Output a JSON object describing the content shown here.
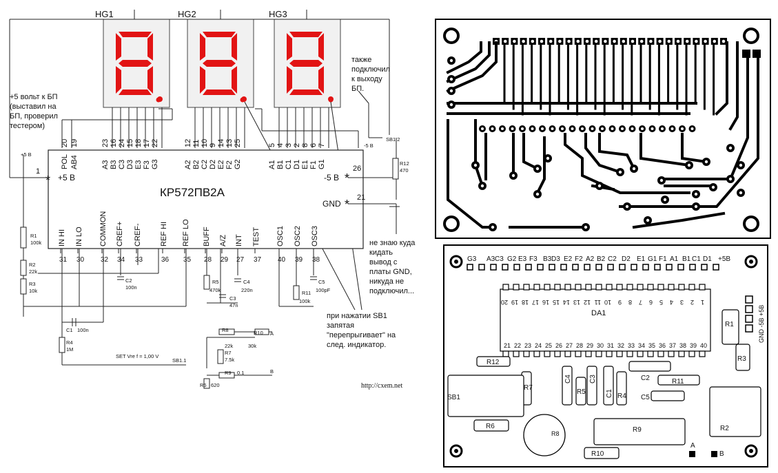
{
  "schematic": {
    "displays": [
      "HG1",
      "HG2",
      "HG3"
    ],
    "chip": "КР572ПВ2А",
    "top_pins": {
      "g0": {
        "nums": [
          "20",
          "19"
        ],
        "names": [
          "POL",
          "AB4"
        ]
      },
      "g1": {
        "nums": [
          "23",
          "16",
          "24",
          "15",
          "18",
          "17",
          "22"
        ],
        "names": [
          "A3",
          "B3",
          "C3",
          "D3",
          "E3",
          "F3",
          "G3"
        ]
      },
      "g2": {
        "nums": [
          "12",
          "11",
          "10",
          "9",
          "14",
          "13",
          "25"
        ],
        "names": [
          "A2",
          "B2",
          "C2",
          "D2",
          "E2",
          "F2",
          "G2"
        ]
      },
      "g3": {
        "nums": [
          "5",
          "4",
          "3",
          "2",
          "8",
          "6",
          "7"
        ],
        "names": [
          "A1",
          "B1",
          "C1",
          "D1",
          "E1",
          "F1",
          "G1"
        ]
      }
    },
    "bottom_pins": {
      "names": [
        "IN HI",
        "IN LO",
        "COMMON",
        "CREF+",
        "CREF-",
        "REF HI",
        "REF LO",
        "BUFF",
        "A/Z",
        "INT",
        "TEST",
        "OSC1",
        "OSC2",
        "OSC3"
      ],
      "nums": [
        "31",
        "30",
        "32",
        "34",
        "33",
        "36",
        "35",
        "28",
        "29",
        "27",
        "37",
        "40",
        "39",
        "38"
      ]
    },
    "side_pins": {
      "plus5_num": "1",
      "plus5_label": "+5 В",
      "minus5_num": "26",
      "minus5_label": "-5 В",
      "gnd_num": "21",
      "gnd_label": "GND"
    },
    "components": {
      "r1": "R1",
      "r1v": "100k",
      "r2": "R2",
      "r2v": "22k",
      "r3": "R3",
      "r3v": "10k",
      "r4": "R4",
      "r4v": "1M",
      "c1": "C1",
      "c1v": "100n",
      "c2": "C2",
      "c2v": "100n",
      "r5": "R5",
      "r5v": "470k",
      "c3": "C3",
      "c3v": "47n",
      "c4": "C4",
      "c4v": "220n",
      "c5": "C5",
      "c5v": "100pF",
      "r11": "R11",
      "r11v": "100k",
      "r12": "R12",
      "r12v": "470",
      "r8": "R8",
      "r8v": "22k",
      "r10": "R10",
      "r10v": "30k",
      "r7": "R7",
      "r7v": "7.5k",
      "r9": "R9",
      "r9v": "0.1",
      "r6": "R6",
      "r6v": "620",
      "sb11": "SB1.1",
      "sb12": "SB1.2",
      "small_5v_left": "+5 В",
      "small_5v_right": "-5 В",
      "a": "A",
      "b": "B",
      "set_text": "SET  Vre f = 1,00 V",
      "star": "*"
    },
    "annotations": {
      "plus5": [
        "+5 вольт к БП",
        "(выставил на",
        "БП, проверил",
        "тестером)"
      ],
      "also": [
        "также",
        "подключил",
        "к выходу",
        "БП."
      ],
      "dontknow": [
        "не знаю куда",
        "кидать",
        "вывод с",
        "платы GND,",
        "никуда не",
        "подключил..."
      ],
      "press": [
        "при нажатии SB1",
        "запятая",
        "\"перепрыгивает\" на",
        "след. индикатор."
      ]
    },
    "source": "http://cxem.net"
  },
  "layout_board": {
    "top_labels": [
      "G3",
      "A3",
      "C3",
      "G2",
      "E3",
      "F3",
      "B3",
      "D3",
      "E2",
      "F2",
      "A2",
      "B2",
      "C2",
      "D2",
      "E1",
      "G1",
      "F1",
      "A1",
      "B1",
      "C1",
      "D1",
      "+5B"
    ],
    "right_vertical": "GND -5B +5B",
    "chip": "DA1",
    "pins_top": [
      "20",
      "19",
      "18",
      "17",
      "16",
      "15",
      "14",
      "13",
      "12",
      "11",
      "10",
      "9",
      "8",
      "7",
      "6",
      "5",
      "4",
      "3",
      "2",
      "1"
    ],
    "pins_bottom": [
      "21",
      "22",
      "23",
      "24",
      "25",
      "26",
      "27",
      "28",
      "29",
      "30",
      "31",
      "32",
      "33",
      "34",
      "35",
      "36",
      "37",
      "38",
      "39",
      "40"
    ],
    "parts": {
      "r12": "R12",
      "r7": "R7",
      "c4": "C4",
      "r5": "R5",
      "c3": "C3",
      "c1": "C1",
      "r4": "R4",
      "c2": "C2",
      "r11": "R11",
      "c5": "C5",
      "r1": "R1",
      "r3": "R3",
      "r2": "R2",
      "sb1": "SB1",
      "r6": "R6",
      "r8": "R8",
      "r9": "R9",
      "r10": "R10",
      "a": "A",
      "b": "B"
    }
  }
}
